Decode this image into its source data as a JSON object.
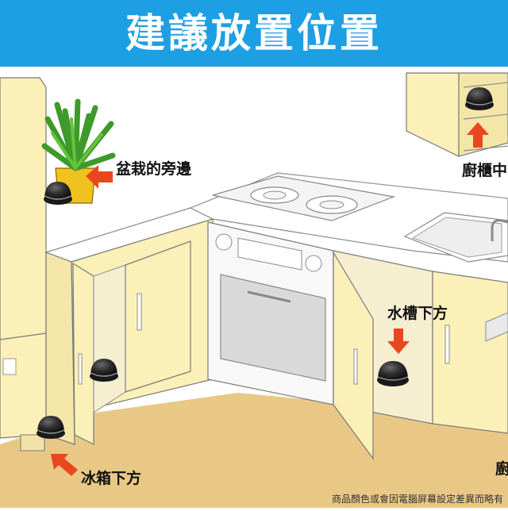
{
  "header": {
    "title": "建議放置位置"
  },
  "callouts": {
    "plant_side": "盆栽的旁邊",
    "cabinet_inside": "廚櫃中",
    "under_sink": "水槽下方",
    "under_fridge": "冰箱下方",
    "partial_right": "廚"
  },
  "footer": {
    "note": "商品顏色或會因電腦屏幕設定差異而略有"
  },
  "colors": {
    "header_bg": "#1d9fe4",
    "cabinet": "#fbf0b8",
    "floor": "#e9c886",
    "arrow": "#e8481e",
    "device": "#2a2a2a"
  }
}
